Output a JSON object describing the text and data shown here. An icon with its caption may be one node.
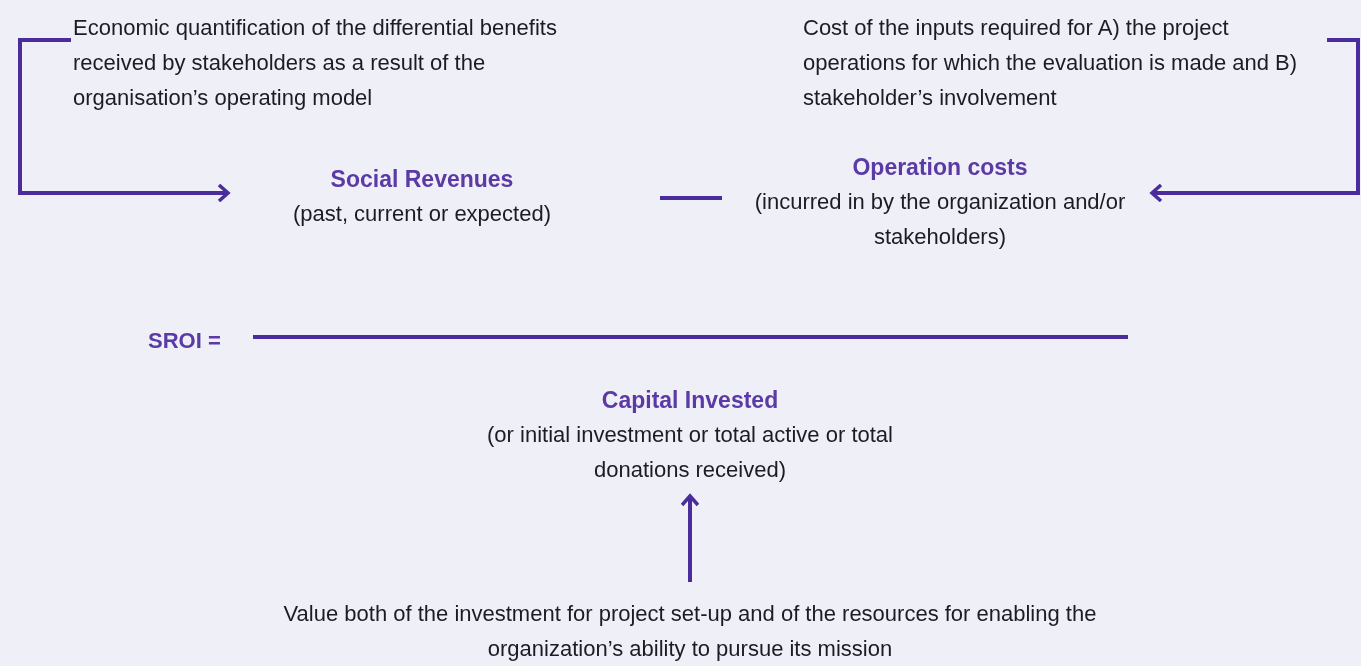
{
  "diagram": {
    "nodes": [
      {
        "text": [
          "Economic quantification of the differential benefits received by stakeholders as a result of the organisation’s operating model"
        ]
      },
      {
        "text": [
          "Social Revenues",
          "(past, current or expected)"
        ]
      },
      {
        "text": [
          "Cost of the inputs required for A) the project operations for which the evaluation is made and B) stakeholder’s involvement"
        ]
      },
      {
        "text": [
          "Operation costs",
          "(incurred in by the organization and/or stakeholders)"
        ]
      },
      {
        "text": [
          "Capital Invested",
          "(or initial investment or total active or total donations received)"
        ]
      },
      {
        "text": [
          "Value both of the investment for project set-up and of the resources for enabling the organization’s ability to pursue its mission"
        ]
      }
    ],
    "edges": [
      {
        "from": 0,
        "to": 1,
        "arrow": "to"
      },
      {
        "from": 2,
        "to": 3,
        "arrow": "to"
      },
      {
        "from": 5,
        "to": 4,
        "arrow": "to"
      }
    ],
    "labels": [
      "SROI ="
    ]
  }
}
